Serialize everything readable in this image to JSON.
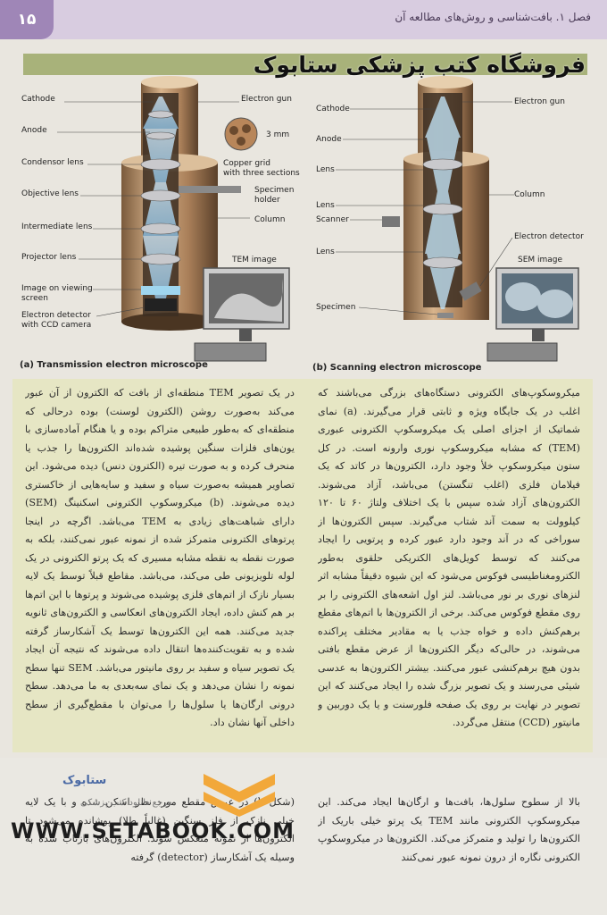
{
  "header": {
    "page_number": "۱۵",
    "chapter_title": "فصل ۱. بافت‌شناسی و روش‌های مطالعه آن"
  },
  "watermark": {
    "top_text": "فروشگاه کتب پزشکی ستابوک",
    "logo_fa": "ستابوک",
    "tagline": "مرجع دانلود کتب پزشکی",
    "url": "WWW.SETABOOK.COM"
  },
  "figure": {
    "tem": {
      "labels": {
        "cathode": "Cathode",
        "anode": "Anode",
        "condensor": "Condensor lens",
        "objective": "Objective lens",
        "intermediate": "Intermediate lens",
        "projector": "Projector lens",
        "viewing_1": "Image on viewing",
        "viewing_2": "screen",
        "detector_1": "Electron detector",
        "detector_2": "with CCD camera",
        "gun": "Electron gun",
        "size": "3 mm",
        "grid_1": "Copper grid",
        "grid_2": "with three sections",
        "holder_1": "Specimen",
        "holder_2": "holder",
        "column": "Column",
        "image": "TEM image"
      },
      "caption": "(a) Transmission electron microscope"
    },
    "sem": {
      "labels": {
        "cathode": "Cathode",
        "anode": "Anode",
        "lens1": "Lens",
        "lens2": "Lens",
        "scanner": "Scanner",
        "lens3": "Lens",
        "specimen": "Specimen",
        "gun": "Electron gun",
        "column": "Column",
        "detector": "Electron detector",
        "image": "SEM image"
      },
      "caption": "(b) Scanning electron microscope"
    }
  },
  "body": {
    "right_col": "میکروسکوپ‌های الکترونی دستگاه‌های بزرگی می‌باشند که اغلب در یک جایگاه ویژه و ثابتی قرار می‌گیرند. (a) نمای شماتیک از اجزای اصلی یک میکروسکوپ الکترونی عبوری (TEM) که مشابه میکروسکوپ نوری وارونه است. در کل ستون میکروسکوپ خلأ وجود دارد، الکترون‌ها در کاتد که یک فیلامان فلزی (اغلب تنگستن) می‌باشد، آزاد می‌شوند. الکترون‌های آزاد شده سپس با یک اختلاف ولتاژ ۶۰ تا ۱۲۰ کیلوولت به سمت آند شتاب می‌گیرند. سپس الکترون‌ها از سوراخی که در آند وجود دارد عبور کرده و پرتویی را ایجاد می‌کنند که توسط کویل‌های الکتریکی حلقوی به‌طور الکترومغناطیسی فوکوس می‌شود که این شیوه دقیقاً مشابه اثر لنزهای نوری بر نور می‌باشد. لنز اول اشعه‌های الکترونی را بر روی مقطع فوکوس می‌کند. برخی از الکترون‌ها با اتم‌های مقطع برهم‌کنش داده و خواه جذب یا به مقادیر مختلف پراکنده می‌شوند، در حالی‌که دیگر الکترون‌ها از عرض مقطع بافتی بدون هیچ برهم‌کنشی عبور می‌کنند. بیشتر الکترون‌ها به عدسی شیئی می‌رسند و یک تصویر بزرگ شده را ایجاد می‌کنند که این تصویر در نهایت بر روی یک صفحه فلورسنت و یا یک دوربین و مانیتور (CCD) منتقل می‌گردد.",
    "left_col": "در یک تصویر TEM منطقه‌ای از بافت که الکترون از آن عبور می‌کند به‌صورت روشن (الکترون لوسنت) بوده درحالی که منطقه‌ای که به‌طور طبیعی متراکم بوده و یا هنگام آماده‌سازی با یون‌های فلزات سنگین پوشیده شده‌اند الکترون‌ها را جذب یا منحرف کرده و به صورت تیره (الکترون دنس) دیده می‌شود. این تصاویر همیشه به‌صورت سیاه و سفید و سایه‌هایی از خاکستری دیده می‌شوند. (b) میکروسکوپ الکترونی اسکنینگ (SEM) دارای شباهت‌های زیادی به TEM می‌باشد. اگرچه در اینجا پرتوهای الکترونی متمرکز شده از نمونه عبور نمی‌کنند، بلکه به صورت نقطه به نقطه مشابه مسیری که یک پرتو الکترونی در یک لوله تلویزیونی طی می‌کند، می‌باشد. مقاطع قبلاً توسط یک لایه بسیار نازک از اتم‌های فلزی پوشیده می‌شوند و پرتوها با این اتم‌ها بر هم کنش داده، ایجاد الکترون‌های انعکاسی و الکترون‌های ثانویه جدید می‌کنند. همه این الکترون‌ها توسط یک آشکارساز گرفته شده و به تقویت‌کننده‌ها انتقال داده می‌شوند که نتیجه آن ایجاد یک تصویر سیاه و سفید بر روی مانیتور می‌باشد. SEM تنها سطح نمونه را نشان می‌دهد و یک نمای سه‌بعدی به ما می‌دهد. سطح درونی ارگان‌ها یا سلول‌ها را می‌توان با مقطع‌گیری از سطح داخلی آنها نشان داد.",
    "lower_right": "بالا از سطوح سلول‌ها، بافت‌ها و ارگان‌ها ایجاد می‌کند. این میکروسکوپ الکترونی مانند TEM یک پرتو خیلی باریک از الکترون‌ها را تولید و متمرکز می‌کند. الکترون‌ها در میکروسکوپ الکترونی نگاره از درون نمونه عبور نمی‌کنند",
    "lower_left": "(شکل b) در عرض مقطع مورد نظر اسکن شده و با یک لایه خیلی نازک از فلز سنگین (غالباً طلا) پوشانده می‌شود تا الکترون‌ها از نمونه منعکس شوند. الکترون‌های بازتاب شده به وسیله یک آشکارساز (detector) گرفته"
  }
}
